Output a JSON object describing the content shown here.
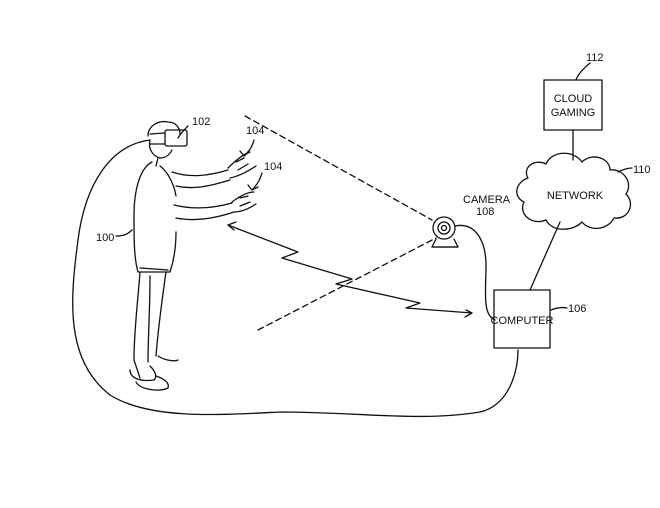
{
  "figure": {
    "labels": {
      "user": "100",
      "hmd": "102",
      "glove_upper": "104",
      "glove_lower": "104",
      "computer_ref": "106",
      "camera_ref": "108",
      "network_ref": "110",
      "cloud_gaming_ref": "112"
    },
    "camera": {
      "title": "CAMERA"
    },
    "computer": {
      "title": "COMPUTER"
    },
    "network": {
      "title": "NETWORK"
    },
    "cloud_gaming": {
      "line1": "CLOUD",
      "line2": "GAMING"
    }
  }
}
